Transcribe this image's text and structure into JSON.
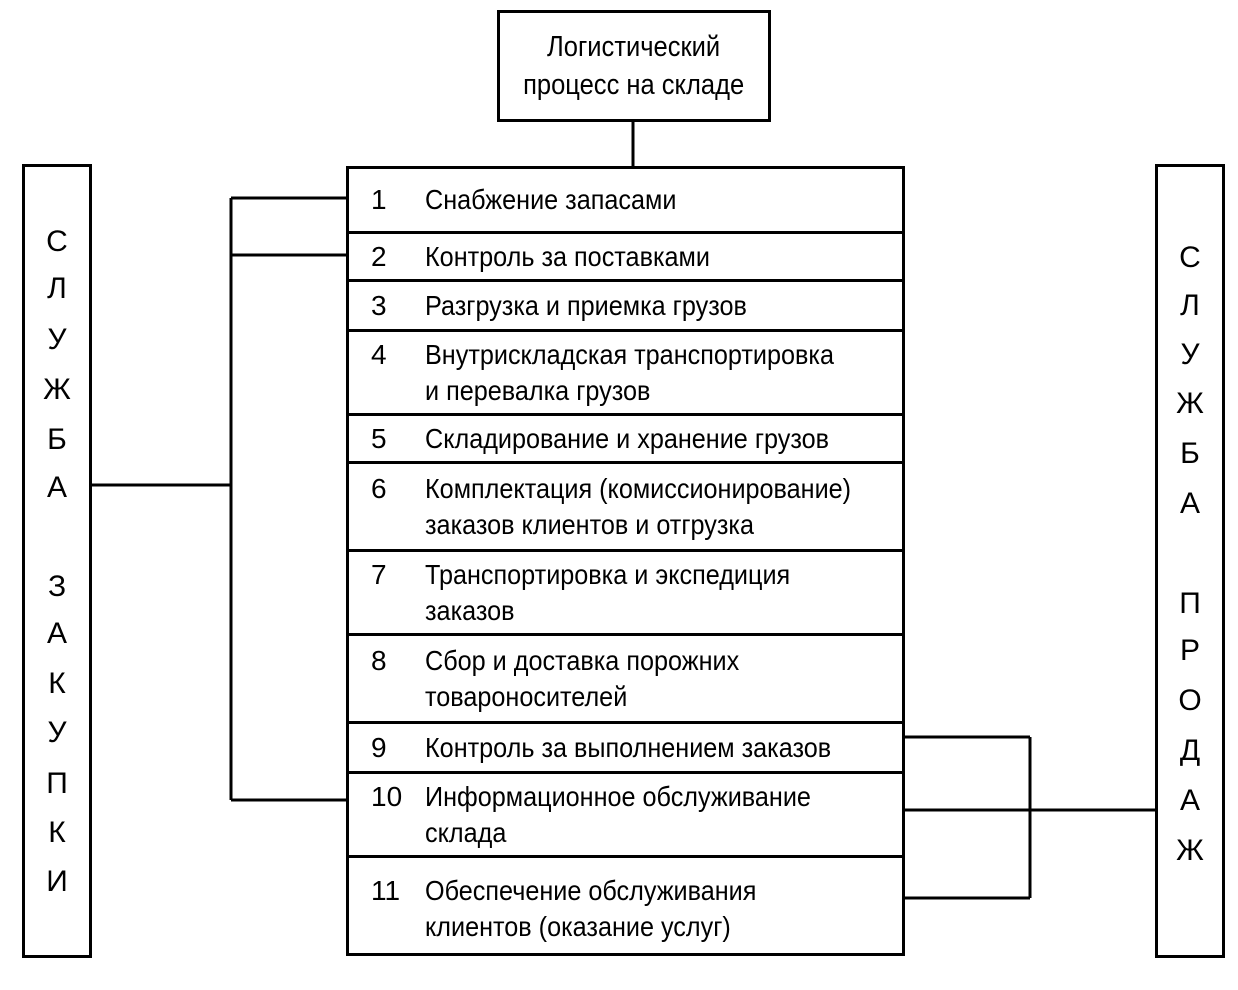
{
  "title": {
    "line1": "Логистический",
    "line2": "процесс на складе"
  },
  "left_service": {
    "letters": [
      "С",
      "Л",
      "У",
      "Ж",
      "Б",
      "А",
      "З",
      "А",
      "К",
      "У",
      "П",
      "К",
      "И"
    ]
  },
  "right_service": {
    "letters": [
      "С",
      "Л",
      "У",
      "Ж",
      "Б",
      "А",
      "П",
      "Р",
      "О",
      "Д",
      "А",
      "Ж"
    ]
  },
  "process_steps": [
    {
      "num": "1",
      "lines": [
        "Снабжение запасами"
      ]
    },
    {
      "num": "2",
      "lines": [
        "Контроль за поставками"
      ]
    },
    {
      "num": "3",
      "lines": [
        "Разгрузка и приемка грузов"
      ]
    },
    {
      "num": "4",
      "lines": [
        "Внутрискладская транспортировка",
        "и перевалка грузов"
      ]
    },
    {
      "num": "5",
      "lines": [
        "Складирование и хранение грузов"
      ]
    },
    {
      "num": "6",
      "lines": [
        "Комплектация (комиссионирование)",
        "заказов клиентов и отгрузка"
      ]
    },
    {
      "num": "7",
      "lines": [
        "Транспортировка и экспедиция",
        "заказов"
      ]
    },
    {
      "num": "8",
      "lines": [
        "Сбор и доставка порожних",
        "товароносителей"
      ]
    },
    {
      "num": "9",
      "lines": [
        "Контроль за выполнением заказов"
      ]
    },
    {
      "num": "10",
      "lines": [
        "Информационное обслуживание",
        "склада"
      ]
    },
    {
      "num": "11",
      "lines": [
        "Обеспечение обслуживания",
        "клиентов (оказание услуг)"
      ]
    }
  ]
}
